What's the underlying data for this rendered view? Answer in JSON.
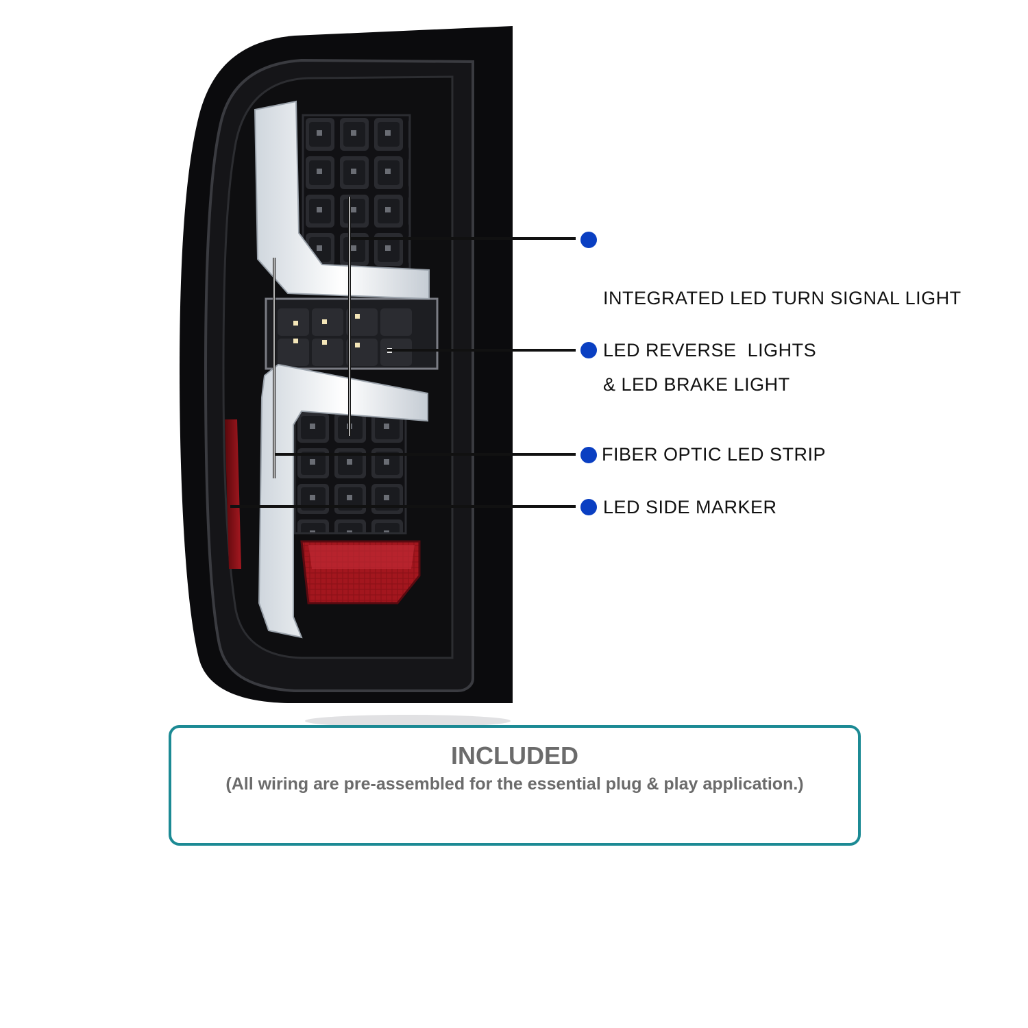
{
  "callouts": [
    {
      "line1": "INTEGRATED LED TURN SIGNAL LIGHT",
      "line2": "& LED BRAKE LIGHT"
    },
    {
      "line1": "LED REVERSE  LIGHTS"
    },
    {
      "line1": "FIBER OPTIC LED STRIP"
    },
    {
      "line1": "LED SIDE MARKER"
    }
  ],
  "included": {
    "title": "INCLUDED",
    "note": "(All wiring are pre-assembled for the essential plug & play application.)"
  },
  "colors": {
    "dot": "#0a3fc2",
    "box_border": "#1c8a94",
    "lens_red": "#b01a22",
    "housing": "#0b0b0d"
  }
}
